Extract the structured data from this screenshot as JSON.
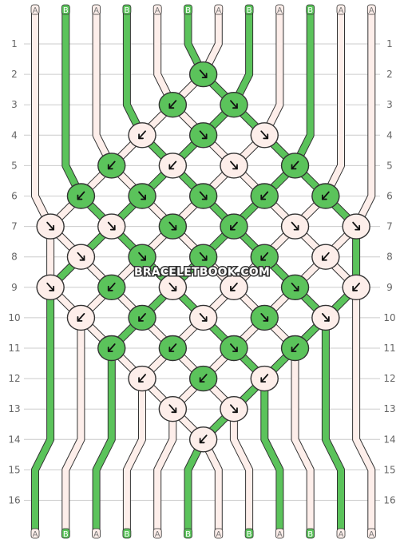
{
  "pattern": {
    "colors": {
      "A": "#fdeeea",
      "B": "#5bc35b",
      "outline": "#333333",
      "grid": "#cccccc"
    },
    "strands_top": [
      "A",
      "B",
      "A",
      "B",
      "A",
      "B",
      "A",
      "B",
      "A",
      "B",
      "A",
      "A"
    ],
    "strands_bottom": [
      "A",
      "B",
      "A",
      "B",
      "A",
      "B",
      "A",
      "B",
      "A",
      "B",
      "A",
      "A"
    ],
    "row_labels": [
      "1",
      "2",
      "3",
      "4",
      "5",
      "6",
      "7",
      "8",
      "9",
      "10",
      "11",
      "12",
      "13",
      "14",
      "15",
      "16"
    ],
    "knot_rows": [
      {
        "row": 2,
        "knots": [
          {
            "col": 6,
            "color": "B",
            "icon": "arrow-down-right-icon"
          }
        ]
      },
      {
        "row": 3,
        "knots": [
          {
            "col": 5,
            "color": "B",
            "icon": "arrow-down-left-icon"
          },
          {
            "col": 7,
            "color": "B",
            "icon": "arrow-down-right-icon"
          }
        ]
      },
      {
        "row": 4,
        "knots": [
          {
            "col": 4,
            "color": "A",
            "icon": "arrow-down-left-icon"
          },
          {
            "col": 6,
            "color": "B",
            "icon": "arrow-down-right-icon"
          },
          {
            "col": 8,
            "color": "A",
            "icon": "arrow-down-right-icon"
          }
        ]
      },
      {
        "row": 5,
        "knots": [
          {
            "col": 3,
            "color": "B",
            "icon": "arrow-down-left-icon"
          },
          {
            "col": 5,
            "color": "A",
            "icon": "arrow-down-left-icon"
          },
          {
            "col": 7,
            "color": "A",
            "icon": "arrow-down-right-icon"
          },
          {
            "col": 9,
            "color": "B",
            "icon": "arrow-down-left-icon"
          }
        ]
      },
      {
        "row": 6,
        "knots": [
          {
            "col": 2,
            "color": "B",
            "icon": "arrow-down-left-icon"
          },
          {
            "col": 4,
            "color": "B",
            "icon": "arrow-down-right-icon"
          },
          {
            "col": 6,
            "color": "B",
            "icon": "arrow-down-right-icon"
          },
          {
            "col": 8,
            "color": "B",
            "icon": "arrow-down-left-icon"
          },
          {
            "col": 10,
            "color": "B",
            "icon": "arrow-down-left-icon"
          }
        ]
      },
      {
        "row": 7,
        "knots": [
          {
            "col": 1,
            "color": "A",
            "icon": "arrow-down-right-icon"
          },
          {
            "col": 3,
            "color": "A",
            "icon": "arrow-down-right-icon"
          },
          {
            "col": 5,
            "color": "B",
            "icon": "arrow-down-right-icon"
          },
          {
            "col": 7,
            "color": "B",
            "icon": "arrow-down-left-icon"
          },
          {
            "col": 9,
            "color": "A",
            "icon": "arrow-down-right-icon"
          },
          {
            "col": 11,
            "color": "A",
            "icon": "arrow-down-right-icon"
          }
        ]
      },
      {
        "row": 8,
        "knots": [
          {
            "col": 2,
            "color": "A",
            "icon": "arrow-down-right-icon"
          },
          {
            "col": 4,
            "color": "B",
            "icon": "arrow-down-right-icon"
          },
          {
            "col": 6,
            "color": "B",
            "icon": "arrow-down-right-icon"
          },
          {
            "col": 8,
            "color": "B",
            "icon": "arrow-down-left-icon"
          },
          {
            "col": 10,
            "color": "A",
            "icon": "arrow-down-left-icon"
          }
        ]
      },
      {
        "row": 9,
        "knots": [
          {
            "col": 1,
            "color": "A",
            "icon": "arrow-down-right-icon"
          },
          {
            "col": 3,
            "color": "B",
            "icon": "arrow-down-left-icon"
          },
          {
            "col": 5,
            "color": "A",
            "icon": "arrow-down-right-icon"
          },
          {
            "col": 7,
            "color": "A",
            "icon": "arrow-down-left-icon"
          },
          {
            "col": 9,
            "color": "B",
            "icon": "arrow-down-right-icon"
          },
          {
            "col": 11,
            "color": "A",
            "icon": "arrow-down-left-icon"
          }
        ]
      },
      {
        "row": 10,
        "knots": [
          {
            "col": 2,
            "color": "A",
            "icon": "arrow-down-left-icon"
          },
          {
            "col": 4,
            "color": "B",
            "icon": "arrow-down-left-icon"
          },
          {
            "col": 6,
            "color": "A",
            "icon": "arrow-down-right-icon"
          },
          {
            "col": 8,
            "color": "B",
            "icon": "arrow-down-right-icon"
          },
          {
            "col": 10,
            "color": "A",
            "icon": "arrow-down-right-icon"
          }
        ]
      },
      {
        "row": 11,
        "knots": [
          {
            "col": 3,
            "color": "B",
            "icon": "arrow-down-left-icon"
          },
          {
            "col": 5,
            "color": "B",
            "icon": "arrow-down-left-icon"
          },
          {
            "col": 7,
            "color": "B",
            "icon": "arrow-down-right-icon"
          },
          {
            "col": 9,
            "color": "B",
            "icon": "arrow-down-left-icon"
          }
        ]
      },
      {
        "row": 12,
        "knots": [
          {
            "col": 4,
            "color": "A",
            "icon": "arrow-down-left-icon"
          },
          {
            "col": 6,
            "color": "B",
            "icon": "arrow-down-left-icon"
          },
          {
            "col": 8,
            "color": "A",
            "icon": "arrow-down-left-icon"
          }
        ]
      },
      {
        "row": 13,
        "knots": [
          {
            "col": 5,
            "color": "A",
            "icon": "arrow-down-right-icon"
          },
          {
            "col": 7,
            "color": "A",
            "icon": "arrow-down-right-icon"
          }
        ]
      },
      {
        "row": 14,
        "knots": [
          {
            "col": 6,
            "color": "A",
            "icon": "arrow-down-left-icon"
          }
        ]
      }
    ],
    "watermark": "BRACELETBOOK.COM"
  }
}
